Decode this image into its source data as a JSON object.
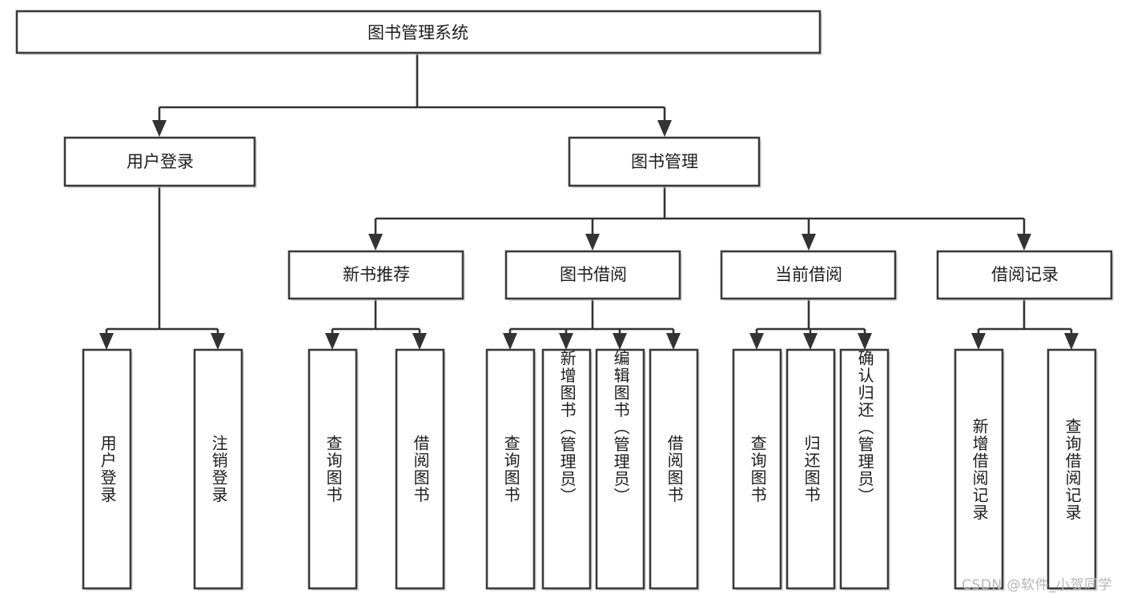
{
  "diagram": {
    "type": "tree-hierarchy",
    "title_node": {
      "label": "图书管理系统"
    },
    "level1": [
      {
        "label": "用户登录"
      },
      {
        "label": "图书管理"
      }
    ],
    "level2": [
      {
        "label": "新书推荐"
      },
      {
        "label": "图书借阅"
      },
      {
        "label": "当前借阅"
      },
      {
        "label": "借阅记录"
      }
    ],
    "leaves": {
      "user_login": [
        {
          "label": "用户登录"
        },
        {
          "label": "注销登录"
        }
      ],
      "new_book_recommend": [
        {
          "label": "查询图书"
        },
        {
          "label": "借阅图书"
        }
      ],
      "book_borrow": [
        {
          "label": "查询图书"
        },
        {
          "label": "新增图书（管理员）"
        },
        {
          "label": "编辑图书（管理员）"
        },
        {
          "label": "借阅图书"
        }
      ],
      "current_borrow": [
        {
          "label": "查询图书"
        },
        {
          "label": "归还图书"
        },
        {
          "label": "确认归还（管理员）"
        }
      ],
      "borrow_record": [
        {
          "label": "新增借阅记录"
        },
        {
          "label": "查询借阅记录"
        }
      ]
    }
  },
  "watermark": {
    "text": "CSDN @软件_小贺同学"
  },
  "colors": {
    "box_stroke": "#3a3a3a",
    "connector": "#333333",
    "text": "#1d1d1d",
    "background": "#ffffff",
    "watermark": "#b6b6b6"
  }
}
